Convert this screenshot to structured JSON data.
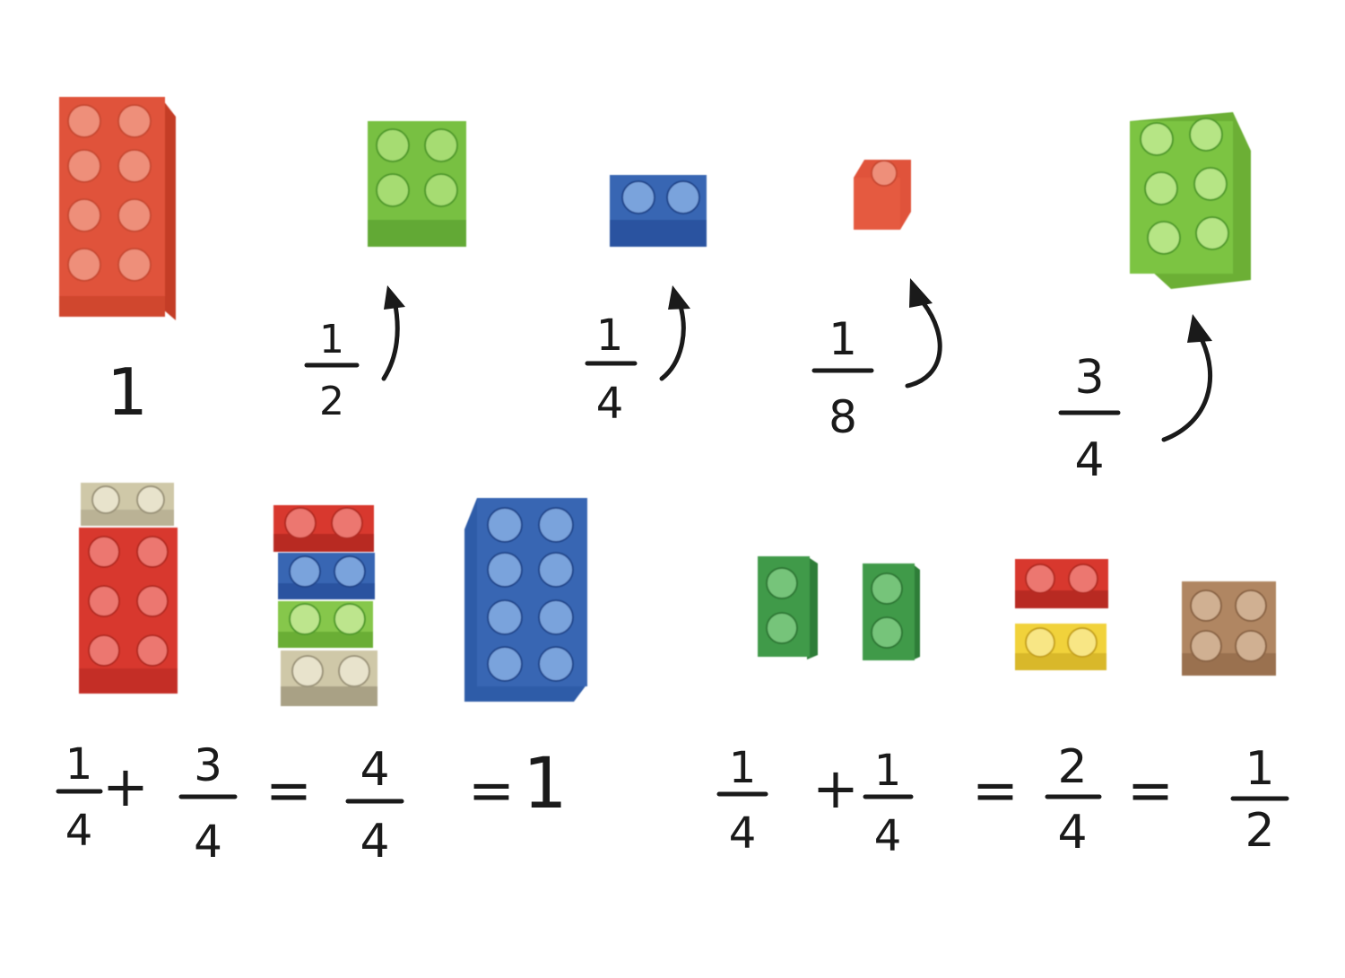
{
  "colors": {
    "red": "#e0533a",
    "red_dark": "#d8392f",
    "green_light": "#7cc443",
    "green_dark": "#3f9a48",
    "blue": "#3766b3",
    "beige": "#cfc8a8",
    "yellow": "#f1d23a",
    "brown": "#b08662",
    "ink": "#1a1a1a"
  },
  "top_row": {
    "whole": {
      "label": "1"
    },
    "half": {
      "num": "1",
      "den": "2"
    },
    "quarter": {
      "num": "1",
      "den": "4"
    },
    "eighth": {
      "num": "1",
      "den": "8"
    },
    "three_quarters": {
      "num": "3",
      "den": "4"
    }
  },
  "equation_left": {
    "a": {
      "num": "1",
      "den": "4"
    },
    "op1": "+",
    "b": {
      "num": "3",
      "den": "4"
    },
    "eq1": "=",
    "c": {
      "num": "4",
      "den": "4"
    },
    "eq2": "=",
    "result": "1"
  },
  "equation_right": {
    "a": {
      "num": "1",
      "den": "4"
    },
    "op1": "+",
    "b": {
      "num": "1",
      "den": "4"
    },
    "eq1": "=",
    "c": {
      "num": "2",
      "den": "4"
    },
    "eq2": "=",
    "d": {
      "num": "1",
      "den": "2"
    }
  }
}
